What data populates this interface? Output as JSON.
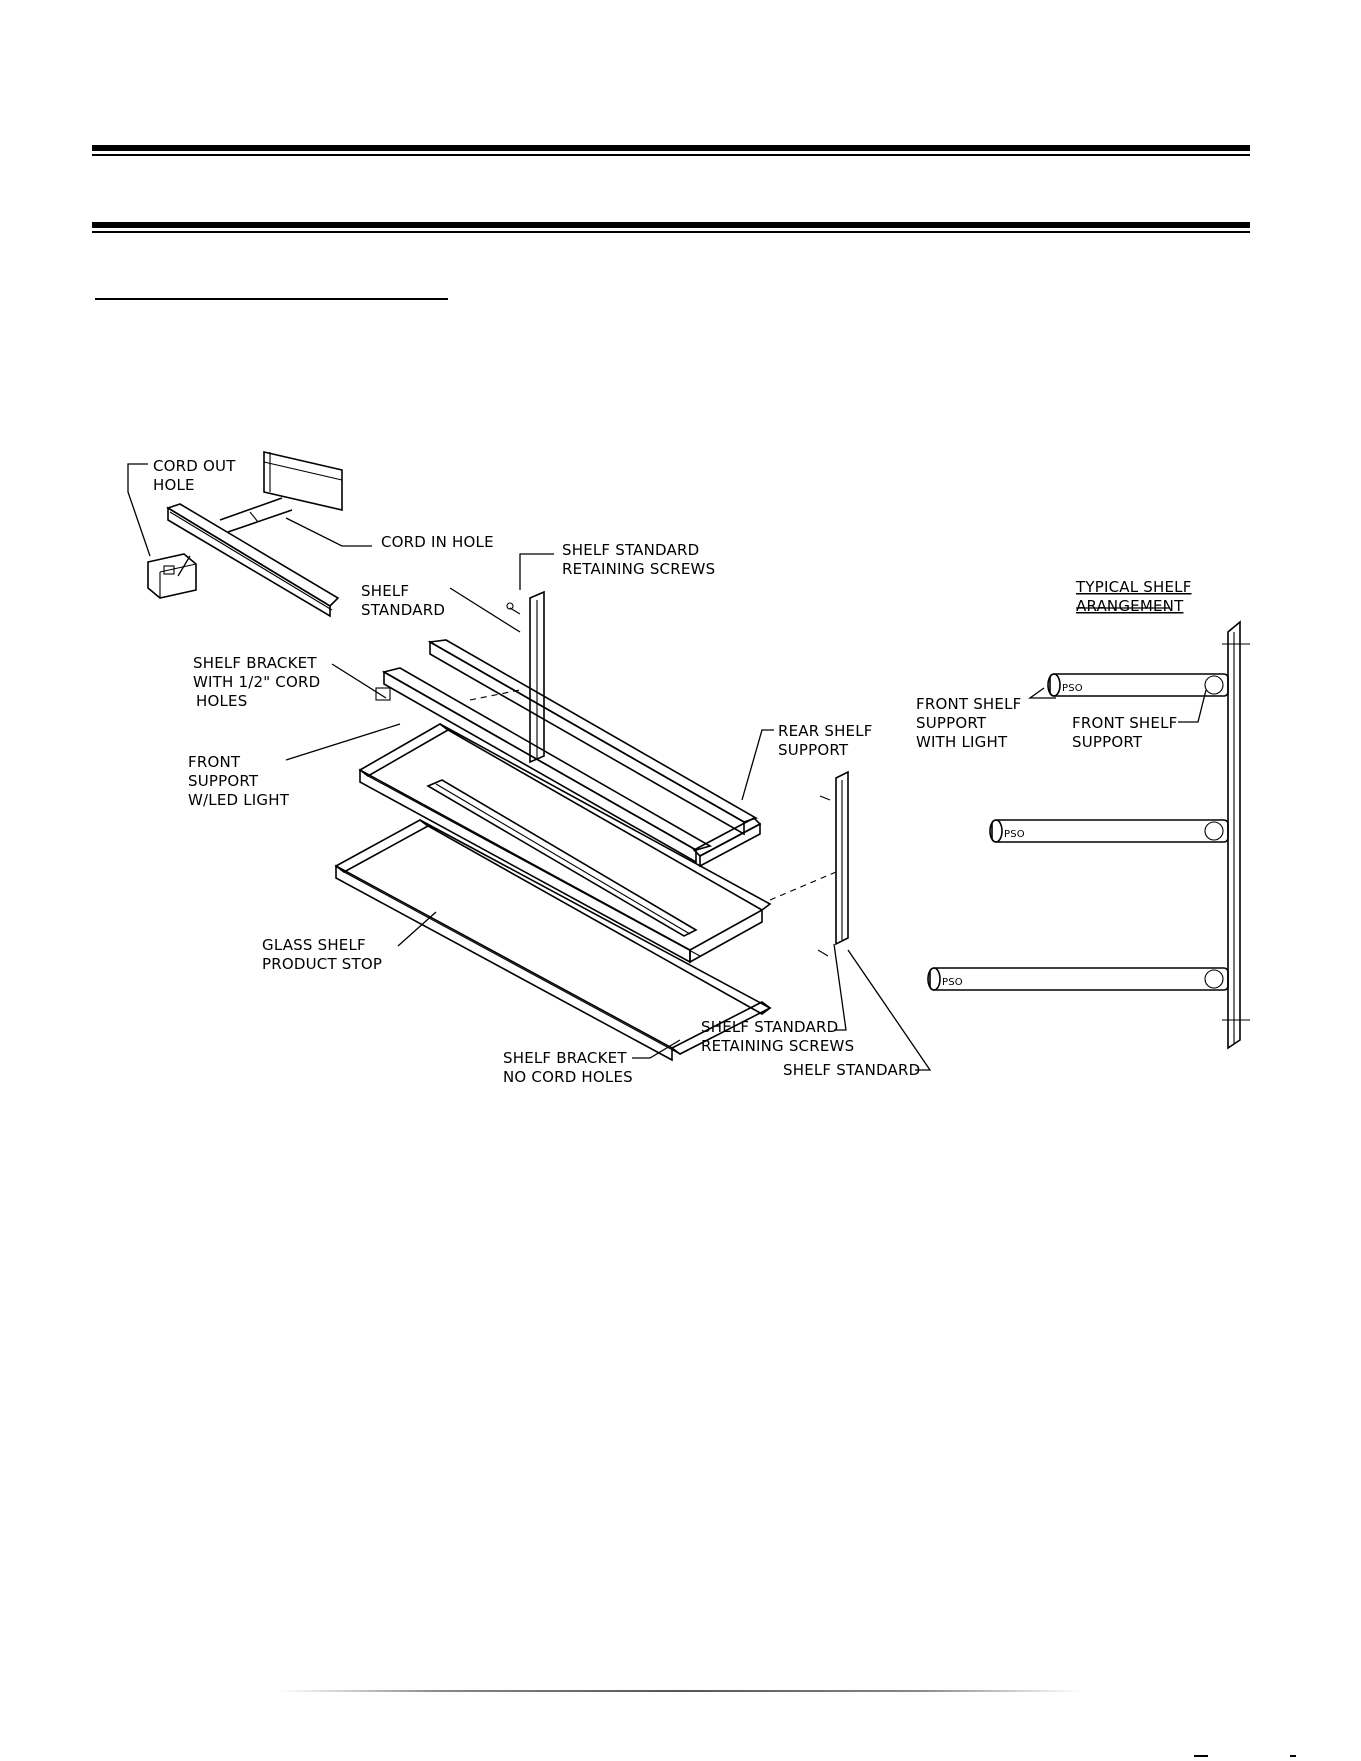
{
  "diagram": {
    "labels": {
      "cord_out_hole": [
        "CORD OUT",
        "HOLE"
      ],
      "cord_in_hole": [
        "CORD IN HOLE"
      ],
      "shelf_standard_screws_top": [
        "SHELF STANDARD",
        "RETAINING SCREWS"
      ],
      "shelf_standard_left": [
        "SHELF",
        "STANDARD"
      ],
      "shelf_bracket_cord": [
        "SHELF BRACKET",
        "WITH 1/2\" CORD",
        "HOLES"
      ],
      "front_support_led": [
        "FRONT",
        "SUPPORT",
        "W/LED LIGHT"
      ],
      "rear_shelf_support": [
        "REAR SHELF",
        "SUPPORT"
      ],
      "glass_shelf_stop": [
        "GLASS SHELF",
        "PRODUCT STOP"
      ],
      "shelf_standard_screws_bottom": [
        "SHELF STANDARD",
        "RETAINING SCREWS"
      ],
      "shelf_bracket_no_cord": [
        "SHELF BRACKET",
        "NO CORD HOLES"
      ],
      "shelf_standard_right": [
        "SHELF STANDARD"
      ],
      "typical_arrangement": [
        "TYPICAL SHELF",
        "ARANGEMENT"
      ],
      "front_shelf_support_light": [
        "FRONT SHELF",
        "SUPPORT",
        "WITH LIGHT"
      ],
      "front_shelf_support": [
        "FRONT SHELF",
        "SUPPORT"
      ]
    }
  }
}
